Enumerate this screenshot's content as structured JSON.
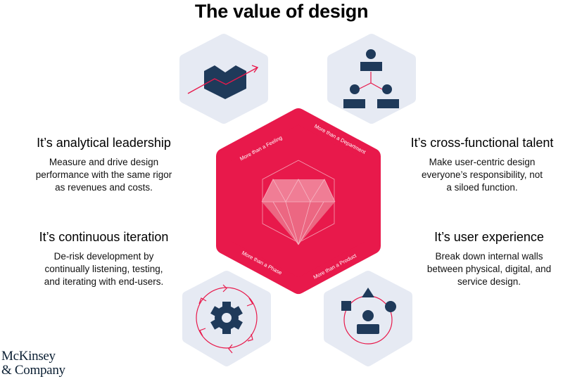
{
  "title": "The value of design",
  "colors": {
    "accent": "#E8194B",
    "navy": "#1F3A5A",
    "hex_bg": "#E6EAF3",
    "gem": "#EC6782"
  },
  "center": {
    "icon": "diamond-icon",
    "edge_labels": [
      "More than a Feeling",
      "More than a Department",
      "More than a Phase",
      "More than a Product"
    ]
  },
  "pillars": [
    {
      "heading": "It’s analytical leadership",
      "body": [
        "Measure and drive design",
        "performance with the same rigor",
        "as revenues and costs."
      ],
      "icon": "growth-chart-icon"
    },
    {
      "heading": "It’s cross-functional talent",
      "body": [
        "Make user-centric design",
        "everyone’s responsibility, not",
        "a siloed function."
      ],
      "icon": "team-hierarchy-icon"
    },
    {
      "heading": "It’s continuous iteration",
      "body": [
        "De-risk development by",
        "continually listening, testing,",
        "and iterating with end-users."
      ],
      "icon": "gear-cycle-icon"
    },
    {
      "heading": "It’s user experience",
      "body": [
        "Break down internal walls",
        "between physical, digital, and",
        "service design."
      ],
      "icon": "user-experience-icon"
    }
  ],
  "logo": {
    "line1": "McKinsey",
    "line2": "& Company"
  }
}
